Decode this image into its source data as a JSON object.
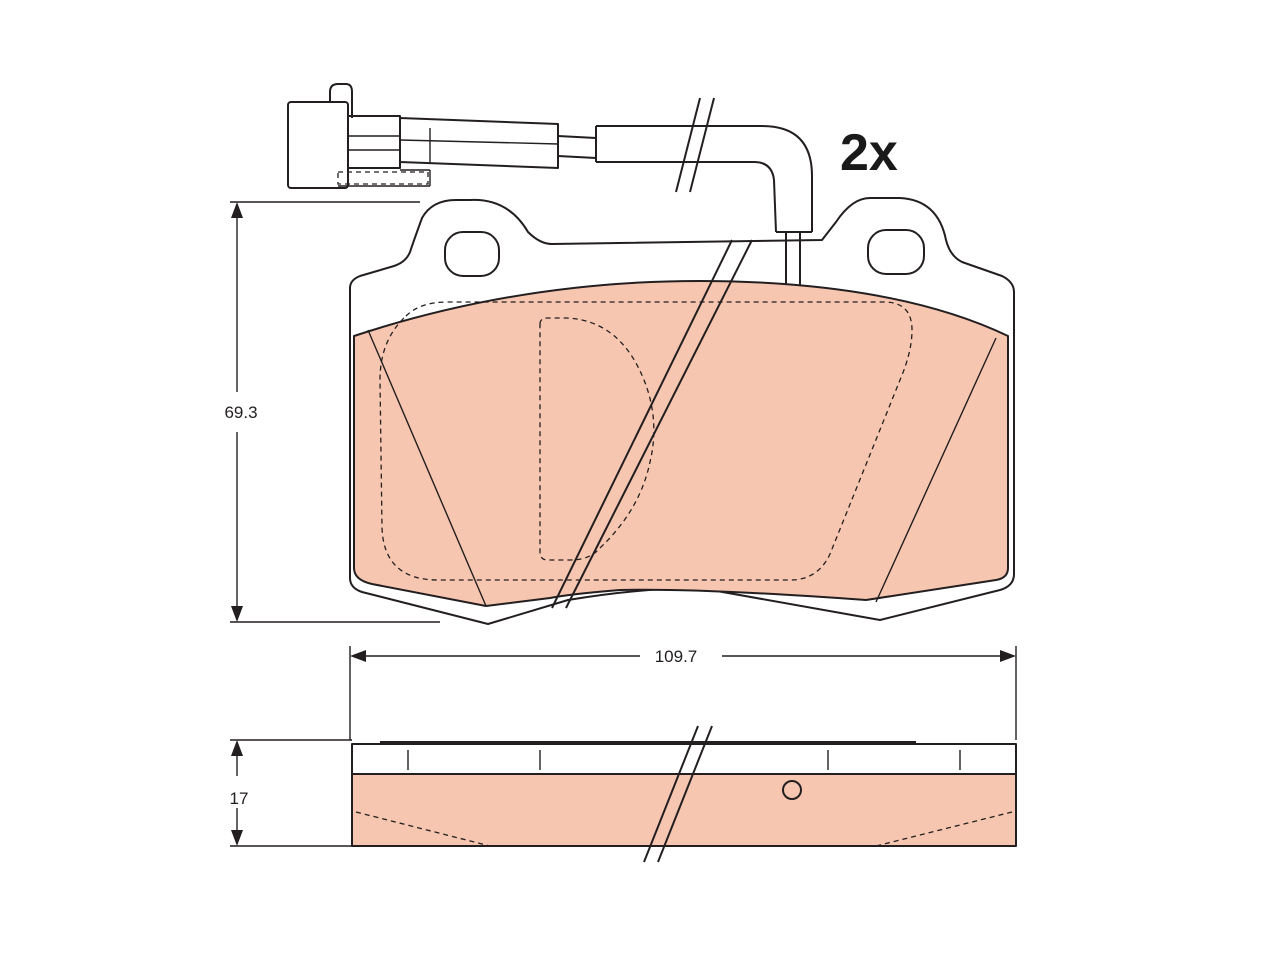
{
  "quantity_label": "2x",
  "dimensions": {
    "height": "69.3",
    "width": "109.7",
    "thickness": "17"
  },
  "colors": {
    "friction_material": "#f7c6b0",
    "outline": "#231f20",
    "background": "#ffffff"
  }
}
